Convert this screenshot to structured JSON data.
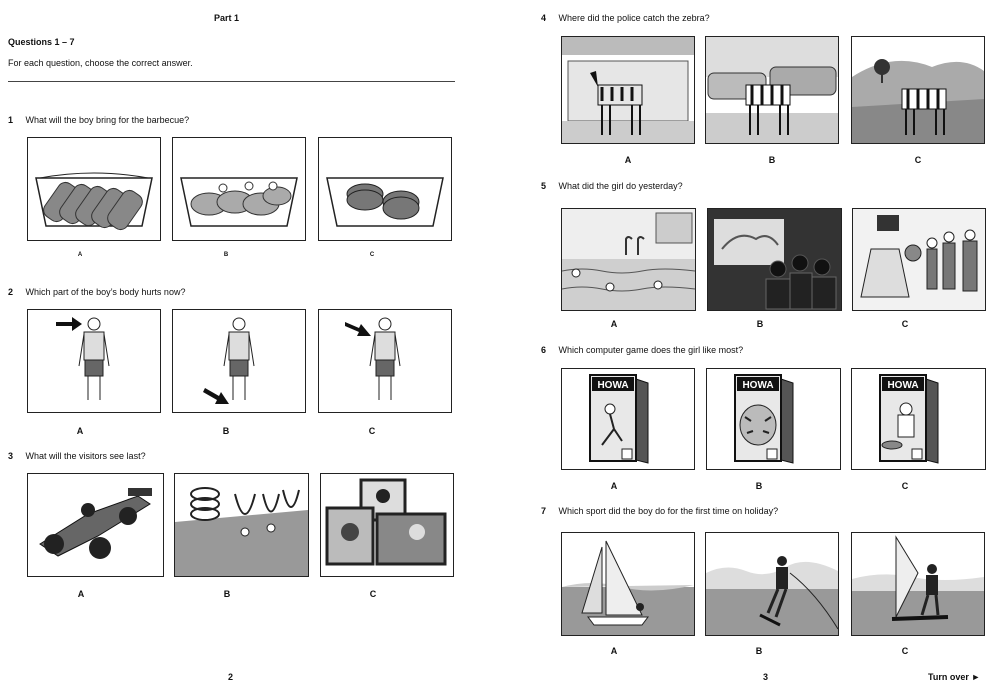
{
  "left": {
    "part_title": "Part 1",
    "questions_heading": "Questions 1 – 7",
    "instructions": "For each question, choose the correct answer.",
    "page_number": "2"
  },
  "right": {
    "page_number": "3",
    "turn_over": "Turn over ►"
  },
  "questions": [
    {
      "number": "1",
      "text": "What will the boy bring for the barbecue?",
      "options": [
        "A",
        "B",
        "C"
      ]
    },
    {
      "number": "2",
      "text": "Which part of the boy’s body hurts now?",
      "options": [
        "A",
        "B",
        "C"
      ]
    },
    {
      "number": "3",
      "text": "What will the visitors see last?",
      "options": [
        "A",
        "B",
        "C"
      ]
    },
    {
      "number": "4",
      "text": "Where did the police catch the zebra?",
      "options": [
        "A",
        "B",
        "C"
      ]
    },
    {
      "number": "5",
      "text": "What did the girl do yesterday?",
      "options": [
        "A",
        "B",
        "C"
      ]
    },
    {
      "number": "6",
      "text": "Which computer game does the girl like most?",
      "options": [
        "A",
        "B",
        "C"
      ]
    },
    {
      "number": "7",
      "text": "Which sport did the boy do for the first time on holiday?",
      "options": [
        "A",
        "B",
        "C"
      ]
    }
  ],
  "game_cover_title": "HOWA"
}
